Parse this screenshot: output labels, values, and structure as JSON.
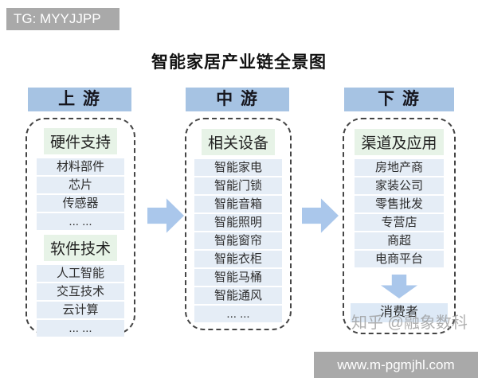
{
  "badge": {
    "text": "TG: MYYJJPP"
  },
  "title": "智能家居产业链全景图",
  "watermark": "知乎 @融象数科",
  "footer": {
    "url": "www.m-pgmjhl.com"
  },
  "colors": {
    "header_bg": "#a6c3e3",
    "item_bg": "#e5edf6",
    "green_label_bg": "#e7f3e7",
    "arrow": "#aac7eb",
    "gray_bar": "#a9a9a9",
    "dashed_border": "#454545"
  },
  "columns": [
    {
      "header": "上 游",
      "groups": [
        {
          "label": "硬件支持",
          "items": [
            "材料部件",
            "芯片",
            "传感器",
            "... ..."
          ]
        },
        {
          "label": "软件技术",
          "items": [
            "人工智能",
            "交互技术",
            "云计算",
            "... ..."
          ]
        }
      ]
    },
    {
      "header": "中 游",
      "groups": [
        {
          "label": "相关设备",
          "items": [
            "智能家电",
            "智能门锁",
            "智能音箱",
            "智能照明",
            "智能窗帘",
            "智能衣柜",
            "智能马桶",
            "智能通风",
            "... ..."
          ]
        }
      ]
    },
    {
      "header": "下 游",
      "groups": [
        {
          "label": "渠道及应用",
          "items": [
            "房地产商",
            "家装公司",
            "零售批发",
            "专营店",
            "商超",
            "电商平台"
          ]
        }
      ],
      "terminal": "消费者"
    }
  ]
}
